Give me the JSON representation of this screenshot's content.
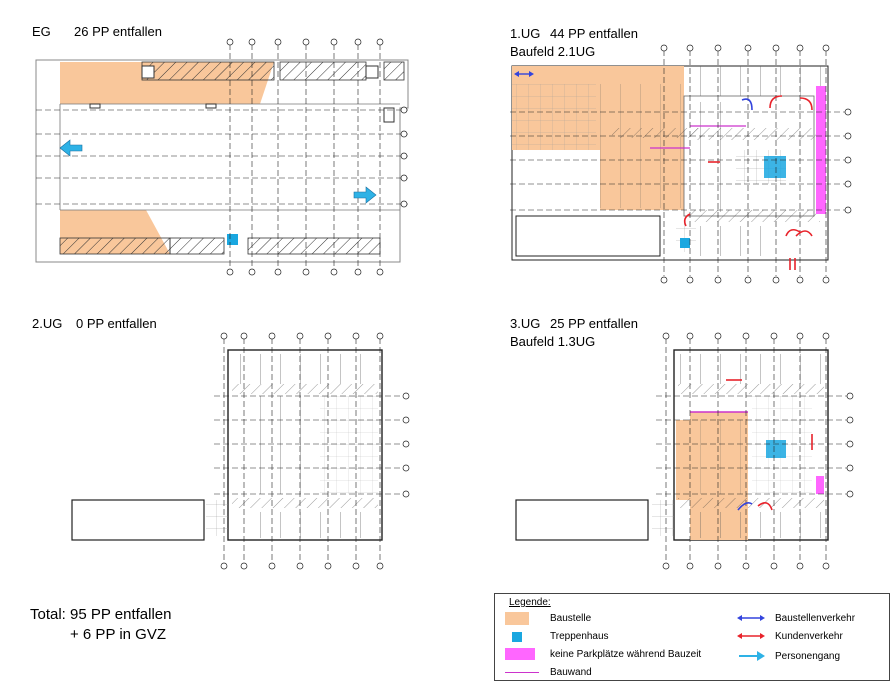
{
  "panels": {
    "eg": {
      "title": "EG",
      "count": "26 PP entfallen"
    },
    "ug1": {
      "title": "1.UG",
      "count": "44 PP entfallen",
      "baufeld": "Baufeld 2.1UG"
    },
    "ug2": {
      "title": "2.UG",
      "count": "0 PP entfallen"
    },
    "ug3": {
      "title": "3.UG",
      "count": "25 PP entfallen",
      "baufeld": "Baufeld 1.3UG"
    }
  },
  "total": {
    "line1": "Total: 95 PP entfallen",
    "line2": "+ 6 PP in GVZ"
  },
  "legend": {
    "title": "Legende:",
    "items": {
      "baustelle": "Baustelle",
      "treppenhaus": "Treppenhaus",
      "keine_pp": "keine Parkplätze während Bauzeit",
      "bauwand": "Bauwand",
      "baustellenverkehr": "Baustellenverkehr",
      "kundenverkehr": "Kundenverkehr",
      "personengang": "Personengang"
    }
  },
  "colors": {
    "baustelle": "#f9c79b",
    "treppenhaus": "#1aa7e0",
    "keine_pp": "#ff66ff",
    "bauwand": "#cc33cc",
    "baustellenverkehr": "#3344dd",
    "kundenverkehr": "#e8232b",
    "personengang": "#2eb2e6"
  }
}
